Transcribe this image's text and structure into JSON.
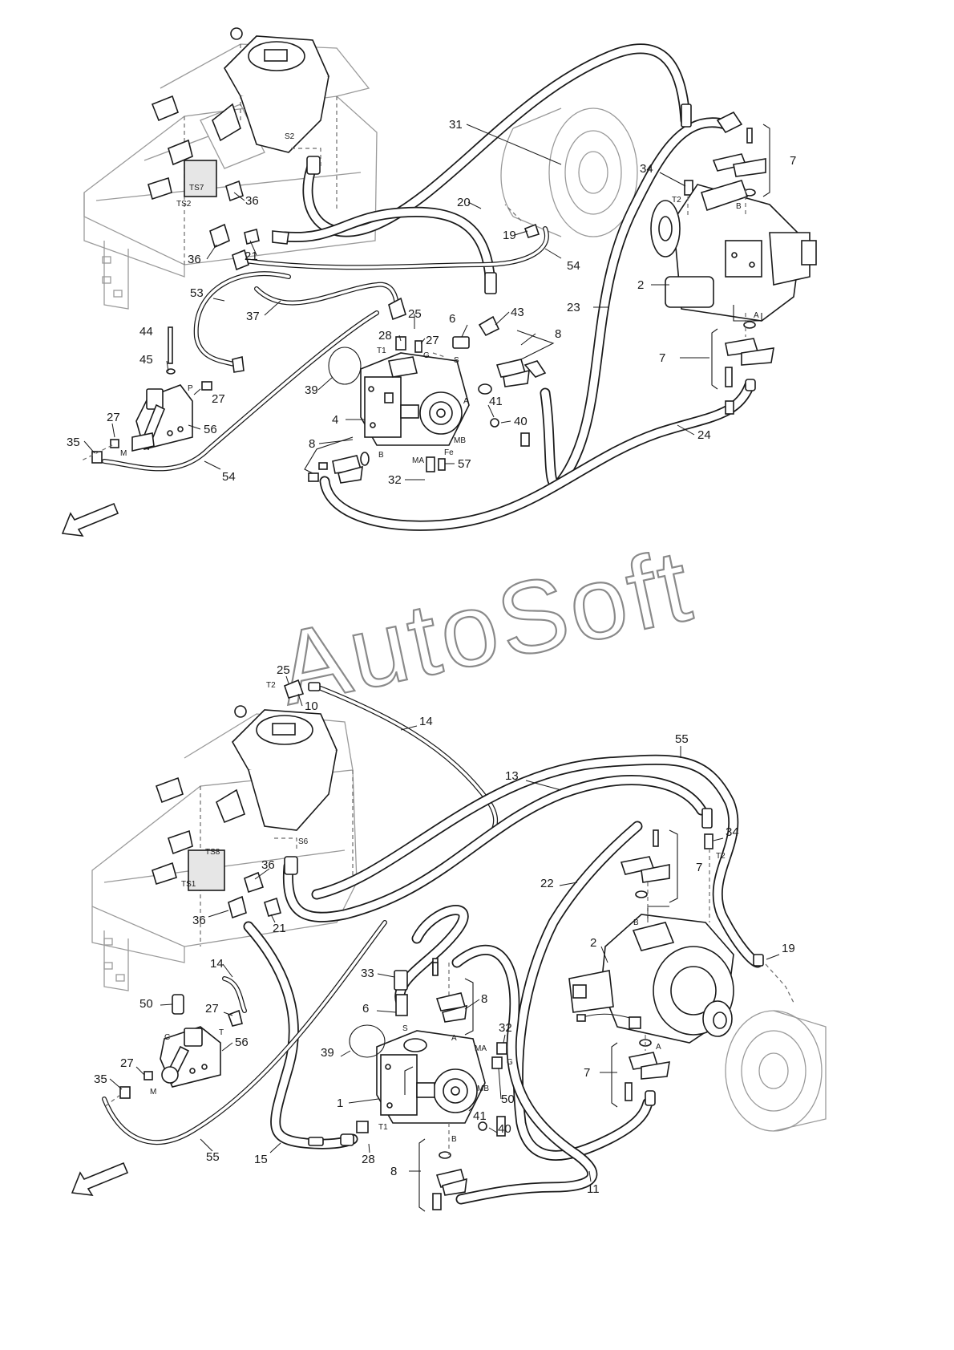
{
  "watermark": "AutoSoft",
  "top_diagram": {
    "labels": {
      "l31": "31",
      "l34": "34",
      "l7a": "7",
      "l20": "20",
      "l19": "19",
      "l36a": "36",
      "l36b": "36",
      "l21": "21",
      "l54a": "54",
      "l2": "2",
      "l53": "53",
      "l37": "37",
      "l25": "25",
      "l6": "6",
      "l43": "43",
      "l23": "23",
      "l44": "44",
      "l28": "28",
      "l27a": "27",
      "l8a": "8",
      "l7b": "7",
      "l45": "45",
      "l27b": "27",
      "l39": "39",
      "l41": "41",
      "l4": "4",
      "l40": "40",
      "l27c": "27",
      "l56": "56",
      "l24": "24",
      "l8b": "8",
      "l35": "35",
      "l57": "57",
      "l54b": "54",
      "l32": "32"
    },
    "ports": {
      "S2": "S2",
      "TS7": "TS7",
      "TS2": "TS2",
      "T2": "T2",
      "B": "B",
      "A": "A",
      "T1": "T1",
      "G": "G",
      "S": "S",
      "A2": "A",
      "B2": "B",
      "MB": "MB",
      "MA": "MA",
      "Fe": "Fe",
      "P": "P",
      "M": "M"
    }
  },
  "bottom_diagram": {
    "labels": {
      "l25": "25",
      "l10": "10",
      "l14a": "14",
      "l55a": "55",
      "l13": "13",
      "l34": "34",
      "l7a": "7",
      "l36a": "36",
      "l22": "22",
      "l36b": "36",
      "l21": "21",
      "l2": "2",
      "l19": "19",
      "l14b": "14",
      "l33": "33",
      "l8a": "8",
      "l50a": "50",
      "l27a": "27",
      "l6": "6",
      "l32": "32",
      "l56": "56",
      "l39": "39",
      "l27b": "27",
      "l7b": "7",
      "l35": "35",
      "l1": "1",
      "l50b": "50",
      "l41": "41",
      "l40": "40",
      "l55b": "55",
      "l15": "15",
      "l28": "28",
      "l8b": "8",
      "l11": "11"
    },
    "ports": {
      "T2a": "T2",
      "S6": "S6",
      "TS8": "TS8",
      "TS1": "TS1",
      "T2b": "T2",
      "B": "B",
      "A": "A",
      "S": "S",
      "A2": "A",
      "MA": "MA",
      "G": "G",
      "MB": "MB",
      "T1": "T1",
      "B2": "B",
      "C": "C",
      "T": "T",
      "M": "M"
    }
  },
  "icons": {
    "arrow_top": "direction-arrow-icon",
    "arrow_bottom": "direction-arrow-icon"
  }
}
